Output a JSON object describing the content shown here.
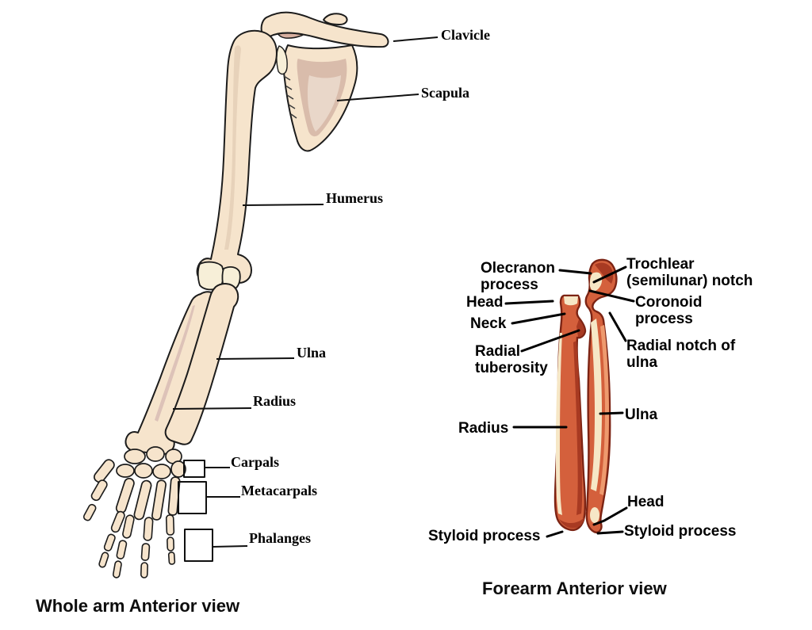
{
  "left_panel": {
    "caption": "Whole arm Anterior view",
    "labels": {
      "clavicle": "Clavicle",
      "scapula": "Scapula",
      "humerus": "Humerus",
      "ulna": "Ulna",
      "radius": "Radius",
      "carpals": "Carpals",
      "metacarpals": "Metacarpals",
      "phalanges": "Phalanges"
    }
  },
  "right_panel": {
    "caption": "Forearm Anterior view",
    "labels": {
      "olecranon_process": "Olecranon process",
      "trochlear_notch": "Trochlear (semilunar) notch",
      "head_proximal": "Head",
      "neck": "Neck",
      "coronoid_process": "Coronoid process",
      "radial_tuberosity": "Radial tuberosity",
      "radial_notch": "Radial notch of ulna",
      "radius": "Radius",
      "ulna": "Ulna",
      "head_distal": "Head",
      "styloid_process_radius": "Styloid process",
      "styloid_process_ulna": "Styloid process"
    }
  },
  "colors": {
    "bone_fill": "#f6e4cc",
    "bone_shadow": "#e0c8b0",
    "scapula_inner": "#d9bcab",
    "scapula_center": "#e9d7c9",
    "joint_cream": "#f7efd8",
    "outline": "#1c1c1c",
    "forearm_outline": "#7c2414",
    "forearm_mid": "#d4603c",
    "forearm_light": "#ee9a6e",
    "forearm_deep": "#a83a22",
    "forearm_cream": "#f6e7c6",
    "label_text": "#000000",
    "background": "#ffffff"
  }
}
